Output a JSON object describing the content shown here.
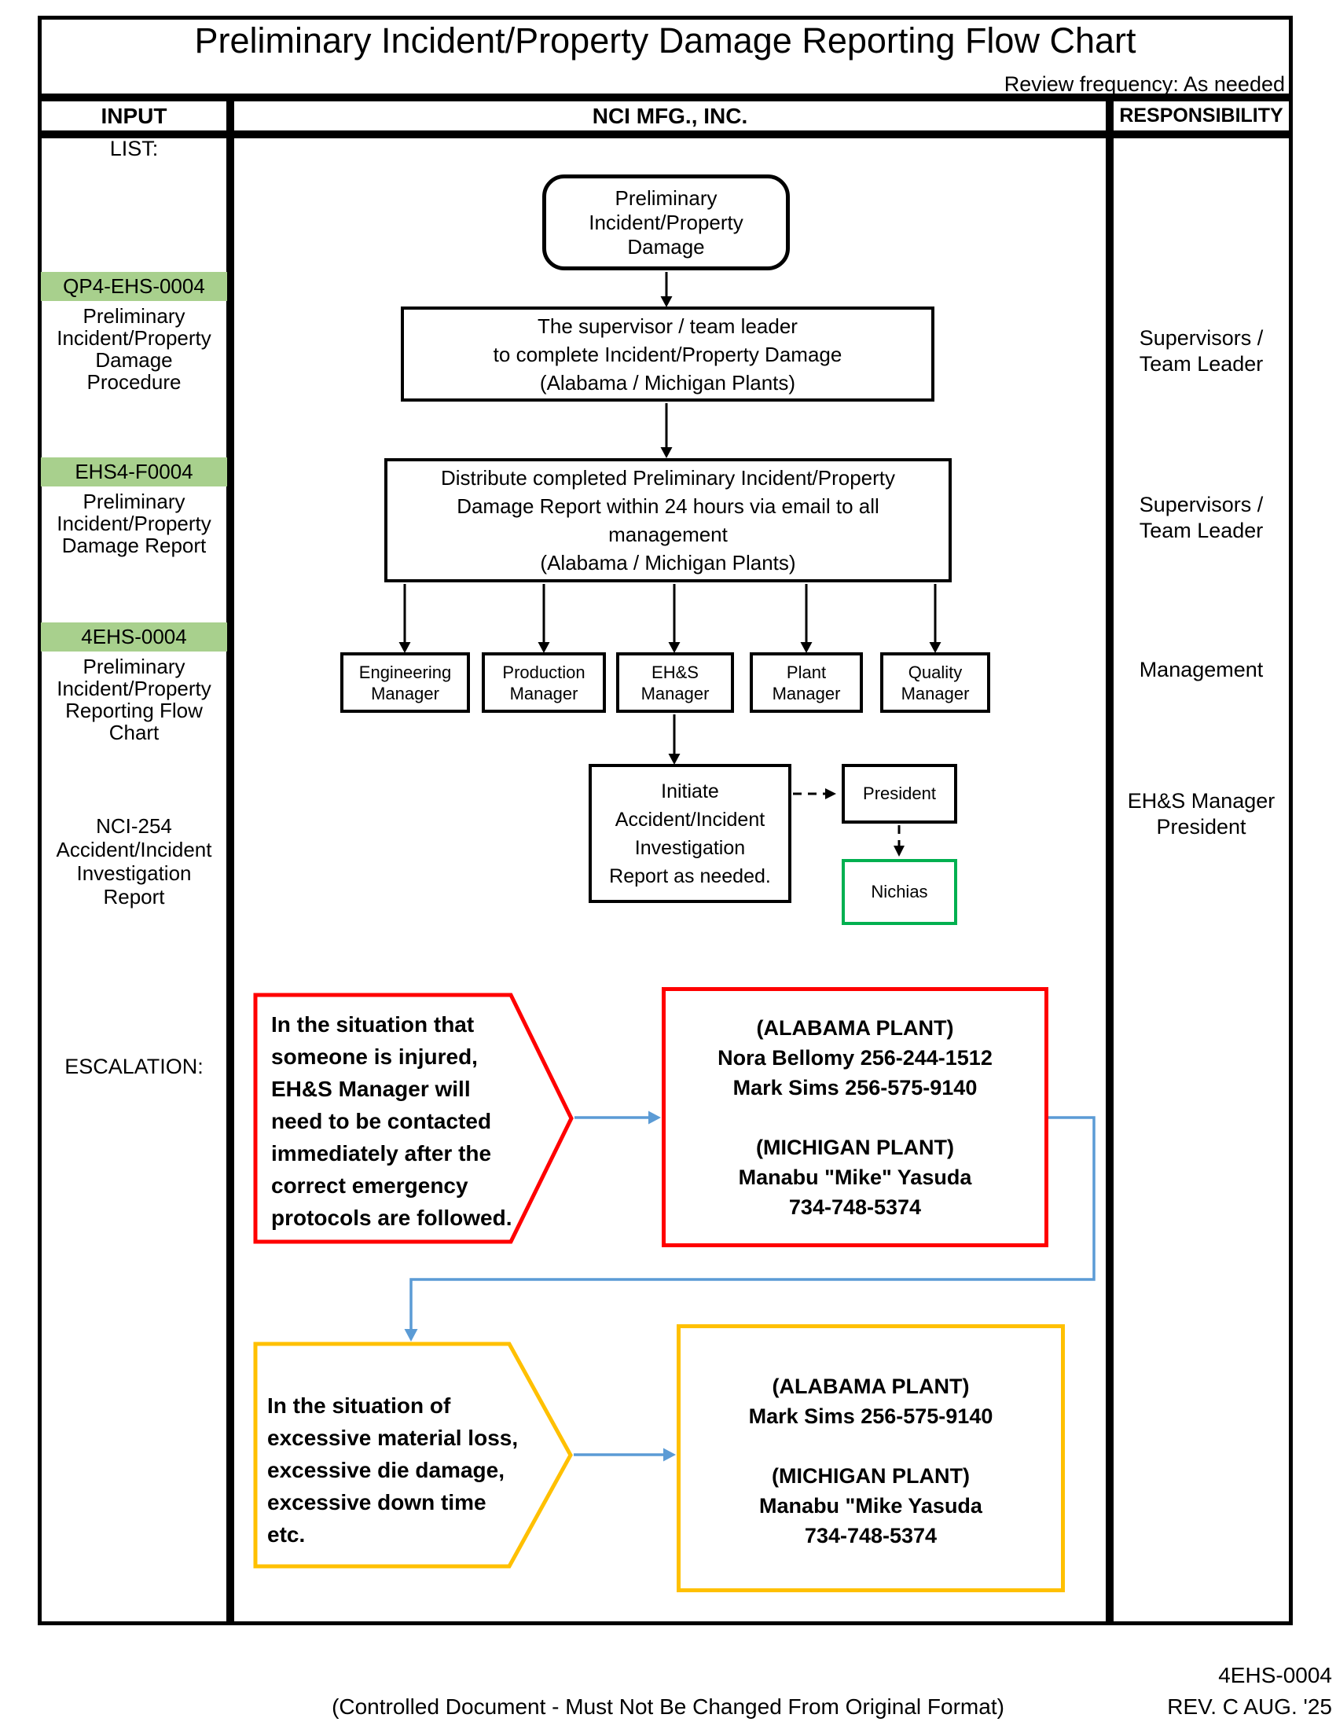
{
  "page": {
    "title": "Preliminary Incident/Property Damage Reporting Flow Chart",
    "review_frequency": "Review frequency: As needed",
    "footer_note": "(Controlled Document - Must Not Be Changed From Original Format)",
    "footer_doc": "4EHS-0004\nREV. C AUG. '25"
  },
  "headers": {
    "input": "INPUT",
    "main": "NCI MFG., INC.",
    "responsibility": "RESPONSIBILITY"
  },
  "input_column": {
    "list_label": "LIST:",
    "items": [
      {
        "id": "QP4-EHS-0004",
        "label": "Preliminary\nIncident/Property\nDamage\nProcedure"
      },
      {
        "id": "EHS4-F0004",
        "label": "Preliminary\nIncident/Property\nDamage Report"
      },
      {
        "id": "4EHS-0004",
        "label": "Preliminary\nIncident/Property\nReporting Flow\nChart"
      }
    ],
    "reference": "NCI-254\nAccident/Incident\nInvestigation\nReport",
    "escalation_label": "ESCALATION:"
  },
  "flowchart": {
    "start": "Preliminary\nIncident/Property\nDamage",
    "step_supervisor": "The supervisor / team leader\nto complete Incident/Property Damage\n(Alabama / Michigan Plants)",
    "step_distribute": "Distribute completed Preliminary Incident/Property\nDamage Report within 24 hours via email to all\nmanagement\n(Alabama / Michigan Plants)",
    "managers": [
      "Engineering\nManager",
      "Production\nManager",
      "EH&S\nManager",
      "Plant\nManager",
      "Quality\nManager"
    ],
    "step_initiate": "Initiate\nAccident/Incident\nInvestigation\nReport as needed.",
    "president": "President",
    "nichias": "Nichias"
  },
  "escalation": {
    "injury_condition": "In the situation that\nsomeone is injured,\nEH&S Manager will\nneed to be contacted\nimmediately after the\ncorrect emergency\nprotocols are followed.",
    "injury_contacts": "(ALABAMA PLANT)\nNora Bellomy 256-244-1512\nMark Sims  256-575-9140\n\n(MICHIGAN PLANT)\nManabu \"Mike\" Yasuda\n734-748-5374",
    "loss_condition": "In the situation  of\nexcessive material loss,\nexcessive die damage,\nexcessive down time\netc.",
    "loss_contacts": "(ALABAMA PLANT)\nMark Sims 256-575-9140\n\n(MICHIGAN PLANT)\nManabu \"Mike Yasuda\n734-748-5374"
  },
  "responsibility_column": {
    "entries": [
      "Supervisors /\nTeam Leader",
      "Supervisors /\nTeam Leader",
      "Management",
      "EH&S Manager\nPresident"
    ]
  },
  "colors": {
    "highlight_green": "#A8D08D",
    "nichias_green": "#00B050",
    "escalation_red": "#FF0000",
    "escalation_yellow": "#FFC000",
    "connector_blue": "#5B9BD5"
  }
}
